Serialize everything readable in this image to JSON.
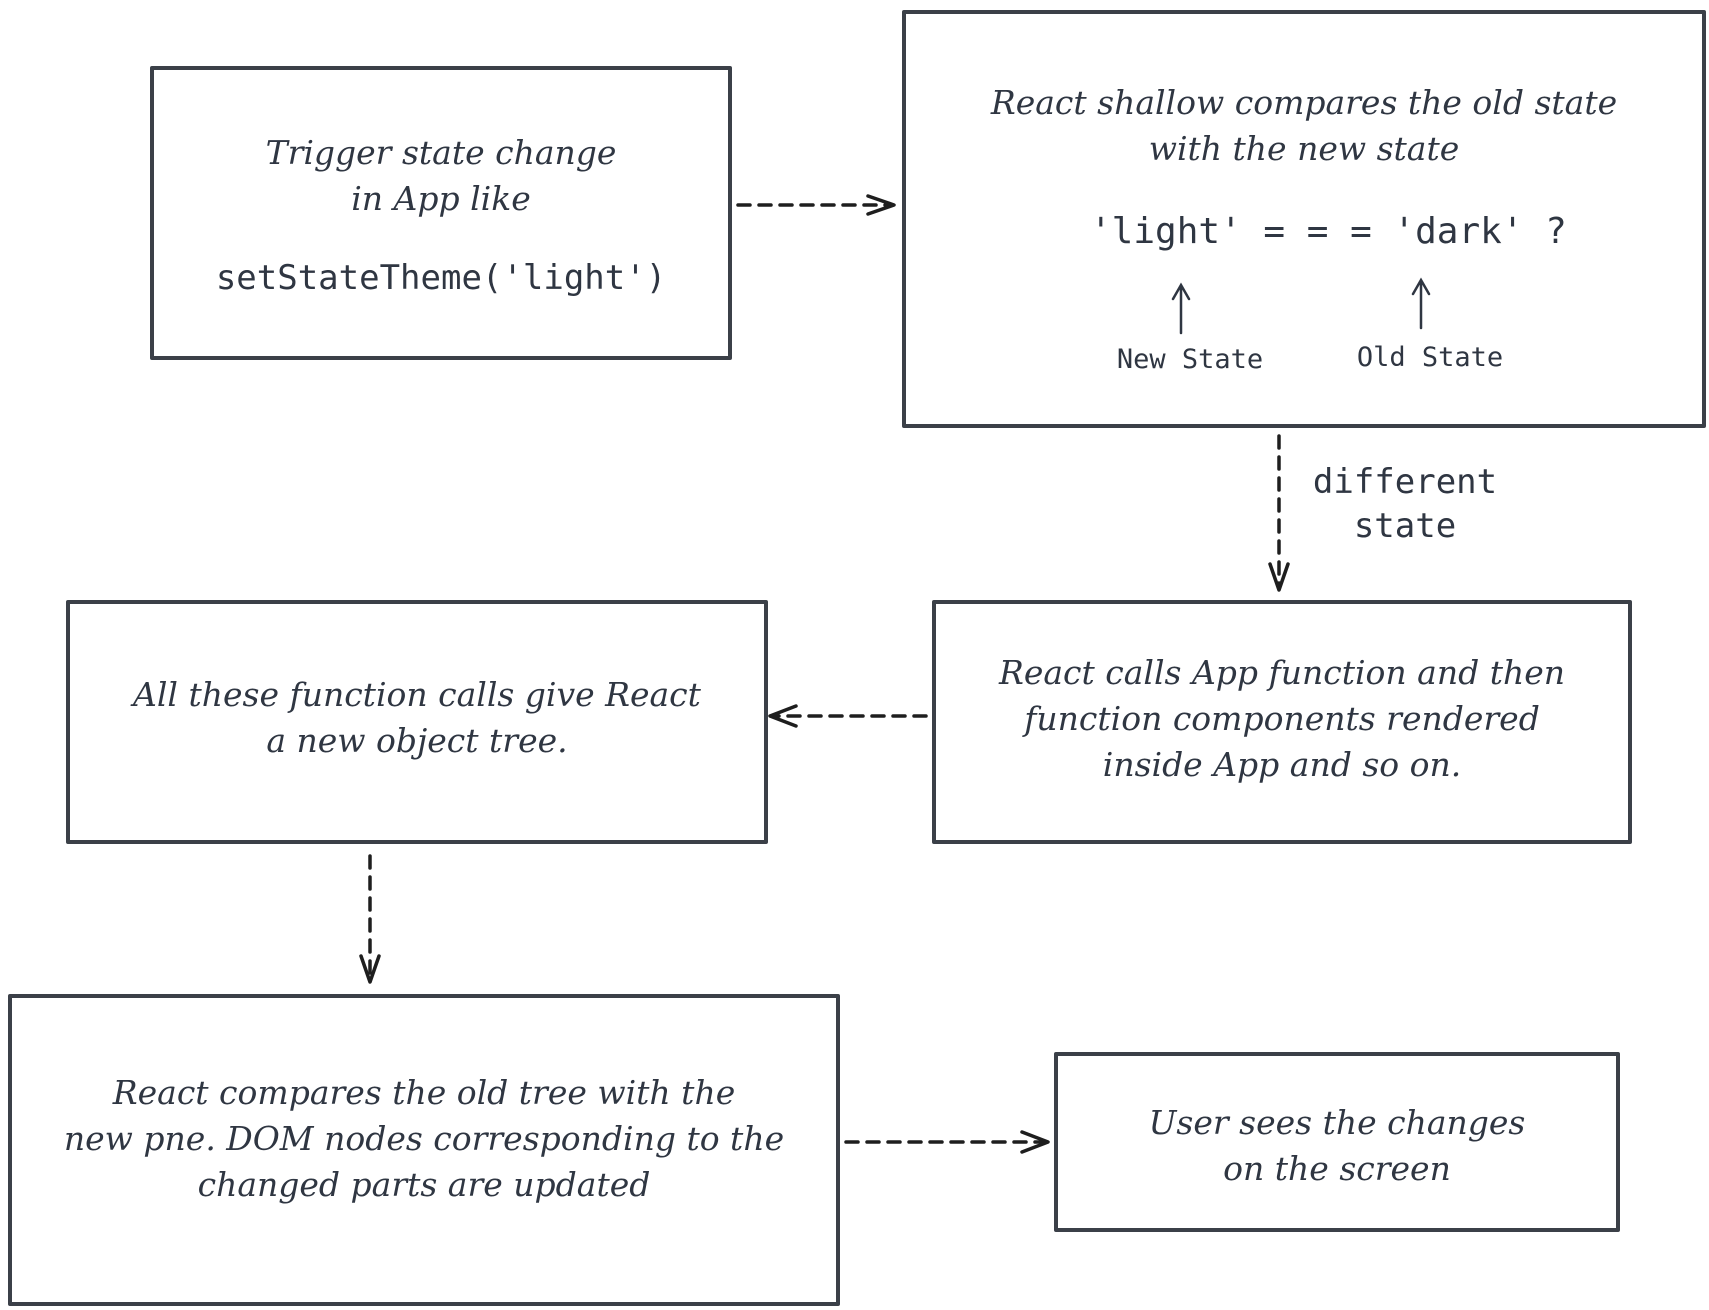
{
  "box1": {
    "lines": [
      "Trigger state change",
      "in App like"
    ],
    "code": "setStateTheme('light')"
  },
  "box2": {
    "lines": [
      "React shallow compares the old state",
      "with the new state"
    ],
    "comparison": "'light' = = = 'dark' ?",
    "new_state_label": "New State",
    "old_state_label": "Old State"
  },
  "edge_label": {
    "lines": [
      "different",
      "state"
    ]
  },
  "box3": {
    "lines": [
      "React calls App function and then",
      "function components rendered",
      "inside App and so on."
    ]
  },
  "box4": {
    "lines": [
      "All these function calls give React",
      "a new object tree."
    ]
  },
  "box5": {
    "lines": [
      "React compares the old tree with the",
      "new pne. DOM nodes corresponding to the",
      "changed parts are updated"
    ]
  },
  "box6": {
    "lines": [
      "User sees the changes",
      "on the screen"
    ]
  },
  "colors": {
    "stroke": "#3b4048",
    "text": "#2f3642",
    "arrow": "#1e1e1e"
  }
}
